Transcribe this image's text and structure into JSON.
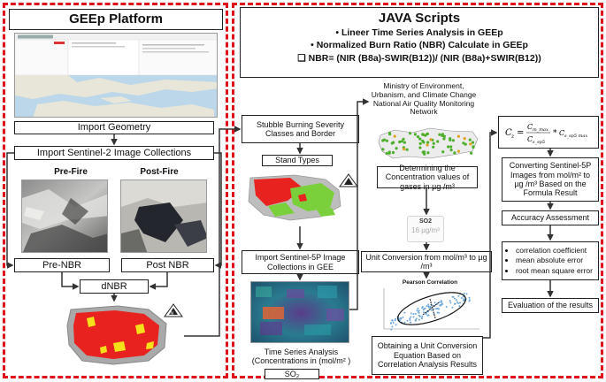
{
  "left_panel": {
    "title": "GEEp Platform",
    "steps": {
      "import_geometry": "Import Geometry",
      "import_s2": "Import Sentinel-2 Image Collections",
      "pre_fire": "Pre-Fire",
      "post_fire": "Post-Fire",
      "pre_nbr": "Pre-NBR",
      "post_nbr": "Post NBR",
      "dnbr": "dNBR"
    }
  },
  "java": {
    "title": "JAVA Scripts",
    "line1": "Lineer Time Series Analysis in GEEp",
    "line2": "Normalized Burn Ratio (NBR) Calculate in GEEp",
    "formula": "NBR= (NIR (B8a)-SWIR(B12))/ (NIR (B8a)+SWIR(B12))"
  },
  "col1": {
    "stubble": "Stubble Burning Severity Classes and Border",
    "stand_types": "Stand Types",
    "import_s5p": "Import Sentinel-5P Image Collections in GEE",
    "time_series": "Time Series Analysis (Concentrations in (mol/m² )",
    "so2": "SO₂"
  },
  "col2": {
    "ministry": "Ministry of Environment, Urbanism, and Climate Change National Air Quality Monitoring Network",
    "determining": "Determining the Concentration values of gases in µg /m³",
    "so2_card_title": "SO2",
    "so2_card_value": "16 µg/m³",
    "unit_conversion": "Unit Conversion from mol/m³ to µg /m³",
    "pearson": "Pearson Correlation",
    "obtaining": "Obtaining a Unit Conversion Equation Based on Correlation Analysis Results"
  },
  "col3": {
    "converting": "Converting Sentinel-5P Images from mol/m² to µg /m³ Based on the Formula Result",
    "accuracy": "Accuracy Assessment",
    "metrics": [
      "correlation coefficient",
      "mean absolute error",
      "root mean square error"
    ],
    "evaluation": "Evaluation of the results"
  },
  "colors": {
    "dash": "#e0101a",
    "burn_red": "#e8231f",
    "burn_yellow": "#f5e11a",
    "green": "#7ad03a",
    "gray": "#bdbdbd"
  }
}
